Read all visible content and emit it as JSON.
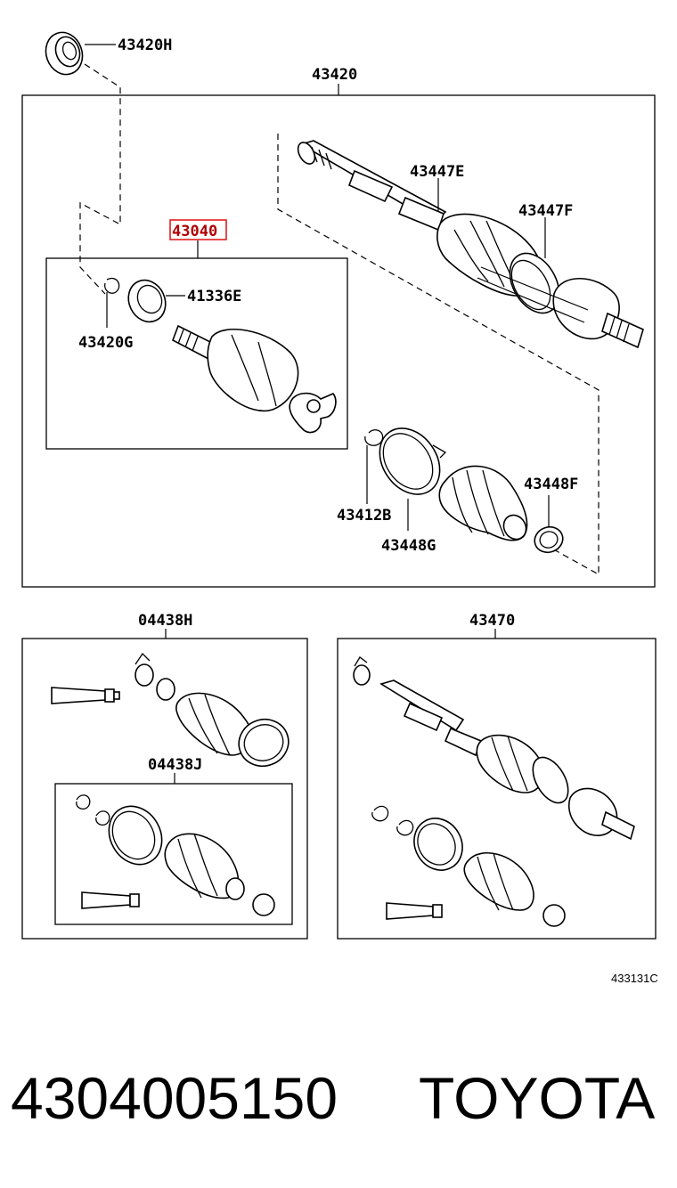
{
  "parts": {
    "p43420H": "43420H",
    "p43420": "43420",
    "p43447E": "43447E",
    "p43447F": "43447F",
    "p43040": "43040",
    "p41336E": "41336E",
    "p43420G": "43420G",
    "p43412B": "43412B",
    "p43448F": "43448F",
    "p43448G": "43448G",
    "p04438H": "04438H",
    "p04438J": "04438J",
    "p43470": "43470"
  },
  "diagram_code": "433131C",
  "footer": {
    "part_number": "4304005150",
    "brand": "TOYOTA"
  },
  "highlight_color": "#e02020"
}
